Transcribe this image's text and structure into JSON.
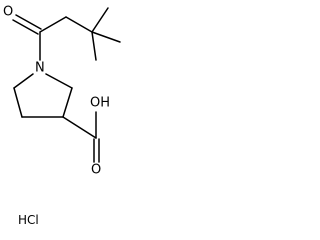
{
  "molecule": {
    "atoms": {
      "carbonyl_oxygen": "O",
      "ring_nitrogen": "N",
      "hydroxyl": "OH",
      "acid_oxygen": "O"
    },
    "salt": "HCl"
  }
}
